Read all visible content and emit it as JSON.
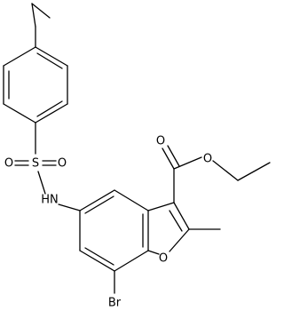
{
  "molecule": {
    "atom_labels": {
      "oxygen_s1": "O",
      "oxygen_s2": "O",
      "sulfur": "S",
      "amine": "HN",
      "carbonyl_o": "O",
      "ester_o": "O",
      "furan_o": "O",
      "bromine": "Br"
    }
  }
}
